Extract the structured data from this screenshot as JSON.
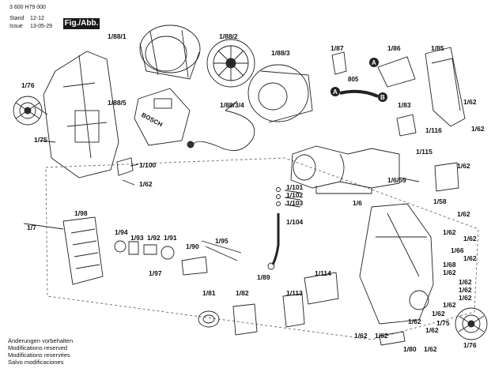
{
  "header": {
    "doc_number": "3 600 H79 000",
    "stand_label": "Stand",
    "issue_label": "Issue",
    "stand_value": "12-12",
    "issue_value": "13-05-29",
    "fig_label": "Fig./Abb. 1"
  },
  "footer": [
    "Änderungen vorbehalten",
    "Modifications reserved",
    "Modifications reservées",
    "Salvo modificaciones"
  ],
  "brand": "BOSCH",
  "callouts": {
    "A1": "A",
    "A2": "A",
    "B": "B",
    "hose_805": "805"
  },
  "labels": [
    "1/88/1",
    "1/88/2",
    "1/87",
    "1/86",
    "1/85",
    "1/76",
    "1/88/3",
    "1/88/5",
    "1/88/3/4",
    "1/83",
    "1/62",
    "1/62",
    "1/75",
    "1/116",
    "1/115",
    "1/100",
    "1/62",
    "1/62",
    "1/101",
    "1/6/59",
    "1/102",
    "1/103",
    "1/6",
    "1/58",
    "1/7",
    "1/98",
    "1/104",
    "1/62",
    "1/62",
    "1/94",
    "1/93",
    "1/92",
    "1/91",
    "1/95",
    "1/62",
    "1/66",
    "1/90",
    "1/62",
    "1/97",
    "1/68",
    "1/62",
    "1/89",
    "1/114",
    "1/62",
    "1/62",
    "1/81",
    "1/82",
    "1/113",
    "1/62",
    "1/62",
    "1/62",
    "1/62",
    "1/75",
    "1/62",
    "1/62",
    "1/62",
    "1/80",
    "1/62",
    "1/76"
  ]
}
